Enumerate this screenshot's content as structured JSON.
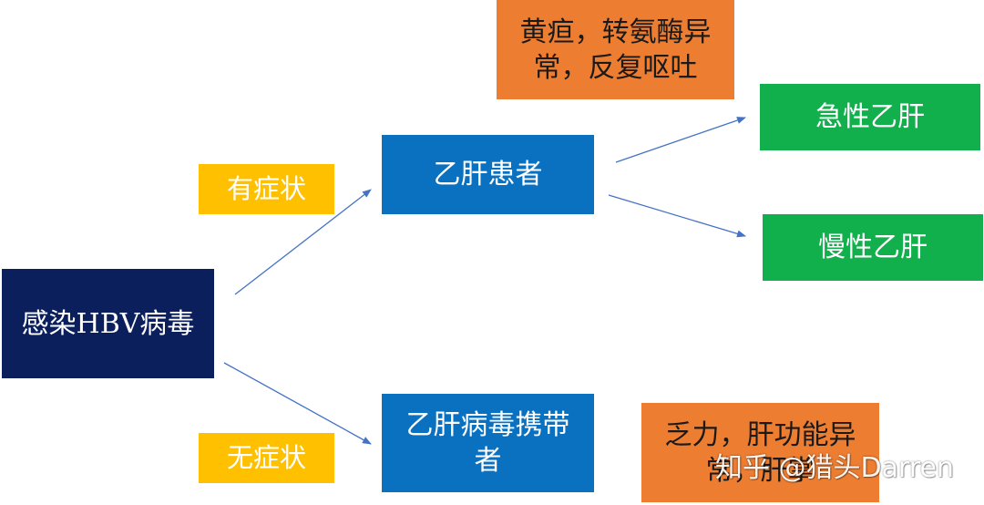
{
  "colors": {
    "navy": "#0b1f5c",
    "blue": "#0a70c0",
    "green": "#12b04c",
    "yellow": "#ffc000",
    "orange": "#ed7d31",
    "arrow": "#4472c4",
    "white_text": "#ffffff"
  },
  "nodes": {
    "infection": "感染HBV病毒",
    "symptomatic": "有症状",
    "asymptomatic": "无症状",
    "patient": "乙肝患者",
    "carrier": "乙肝病毒携带者",
    "acute": "急性乙肝",
    "chronic": "慢性乙肝",
    "patient_note": "黄疸，转氨酶异常，反复呕吐",
    "carrier_note": "乏力，肝功能异常，肝掌"
  },
  "watermark": "知乎 @猎头Darren"
}
